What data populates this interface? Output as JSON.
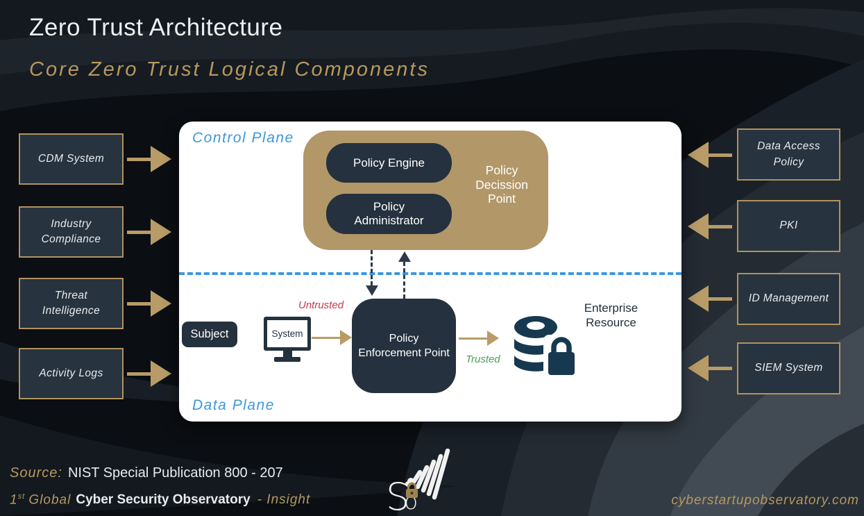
{
  "header": {
    "title": "Zero Trust Architecture",
    "subtitle": "Core Zero Trust Logical Components"
  },
  "left_inputs": [
    {
      "label": "CDM System"
    },
    {
      "label": "Industry Compliance"
    },
    {
      "label": "Threat Intelligence"
    },
    {
      "label": "Activity Logs"
    }
  ],
  "right_inputs": [
    {
      "label": "Data Access Policy"
    },
    {
      "label": "PKI"
    },
    {
      "label": "ID Management"
    },
    {
      "label": "SIEM System"
    }
  ],
  "diagram": {
    "control_plane_label": "Control Plane",
    "data_plane_label": "Data Plane",
    "policy_engine": "Policy Engine",
    "policy_administrator_lines": [
      "Policy",
      "Administrator"
    ],
    "policy_decision_point_lines": [
      "Policy",
      "Decission",
      "Point"
    ],
    "policy_enforcement_point_lines": [
      "Policy",
      "Enforcement Point"
    ],
    "subject": "Subject",
    "system": "System",
    "untrusted_label": "Untrusted",
    "trusted_label": "Trusted",
    "enterprise_resource_lines": [
      "Enterprise",
      "Resource"
    ]
  },
  "footer": {
    "source_prefix": "Source:",
    "source_text": "NIST Special Publication 800 - 207",
    "brand_number": "1",
    "brand_ordinal": "st",
    "brand_global": "Global",
    "brand_name": "Cyber Security Observatory",
    "brand_tagline": "- Insight",
    "website": "cyberstartupobservatory.com",
    "logo": {
      "letter_s": "S",
      "letter_o": "o"
    }
  },
  "colors": {
    "background": "#0b0e12",
    "panel": "#ffffff",
    "tan_accent": "#b29768",
    "tan_border": "#b1935e",
    "dark_box": "#25313e",
    "plane_blue": "#3e97d8",
    "untrusted_red": "#c23a4c",
    "trusted_green": "#4d9f58",
    "resource_navy": "#17394f"
  }
}
